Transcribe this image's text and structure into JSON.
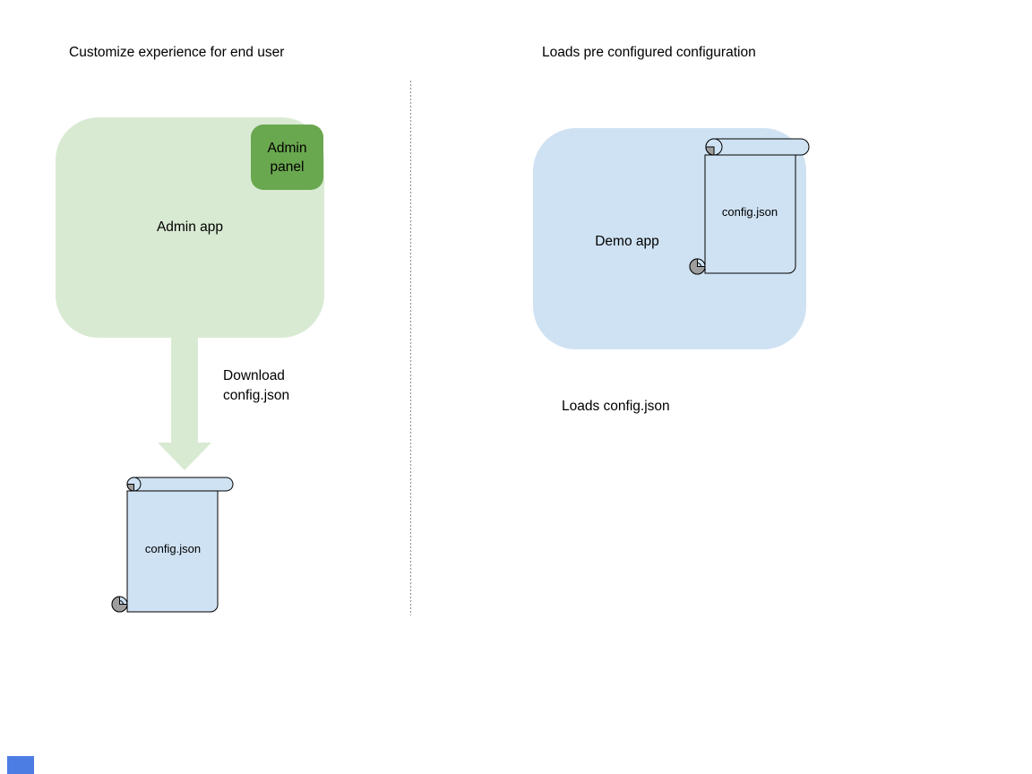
{
  "left_panel": {
    "title": "Customize experience for end user",
    "admin_app": {
      "label": "Admin app"
    },
    "admin_panel": {
      "label": "Admin panel"
    },
    "download_arrow": {
      "label": "Download config.json"
    },
    "config_scroll": {
      "label": "config.json"
    }
  },
  "right_panel": {
    "title": "Loads pre configured configuration",
    "demo_app": {
      "label": "Demo app"
    },
    "config_scroll": {
      "label": "config.json"
    },
    "caption": "Loads config.json"
  },
  "colors": {
    "app_green": "#d9ead3",
    "panel_green": "#6aa84f",
    "doc_blue": "#cfe2f3",
    "curl_gray": "#9e9e9e",
    "outline": "#000000",
    "divider": "#8a8a8a",
    "corner_square": "#4c7de2",
    "text": "#000000"
  }
}
